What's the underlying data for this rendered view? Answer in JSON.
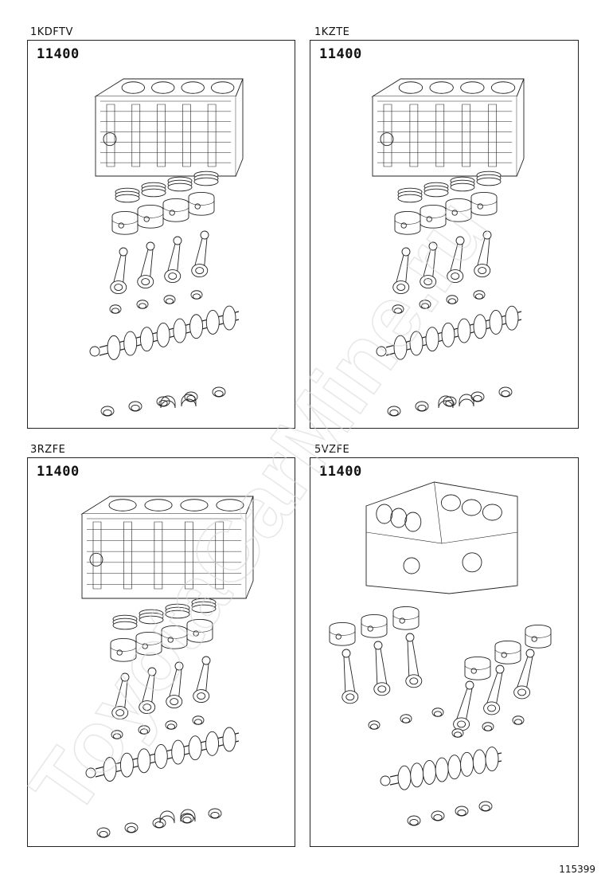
{
  "panels": [
    {
      "engine": "1KDFTV",
      "part_number": "11400"
    },
    {
      "engine": "1KZTE",
      "part_number": "11400"
    },
    {
      "engine": "3RZFE",
      "part_number": "11400"
    },
    {
      "engine": "5VZFE",
      "part_number": "11400"
    }
  ],
  "figure_code": "115399",
  "watermark_text": "ToyotaCarMine.ru"
}
